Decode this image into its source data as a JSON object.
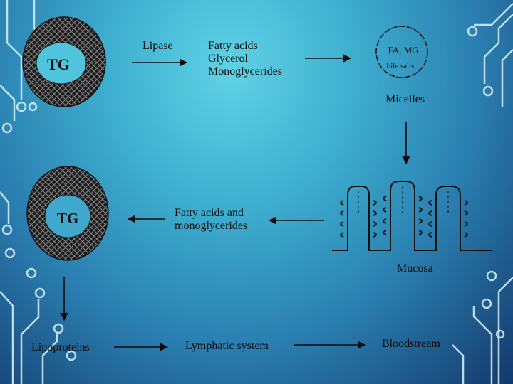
{
  "diagram": {
    "tg_top": "TG",
    "tg_bottom": "TG",
    "lipase": "Lipase",
    "products_top": [
      "Fatty acids",
      "Glycerol",
      "Monoglycerides"
    ],
    "micelle_content": [
      "FA, MG",
      "bile salts"
    ],
    "micelles": "Micelles",
    "mucosa": "Mucosa",
    "products_mid": [
      "Fatty acids and",
      "monoglycerides"
    ],
    "lipoproteins": "Lipoproteins",
    "lymphatic": "Lymphatic system",
    "bloodstream": "Bloodstream"
  },
  "colors": {
    "bg_light": "#5fd3e6",
    "bg_dark": "#14386b",
    "circuit": "#d8f2fa",
    "ink": "#0b0b0b"
  }
}
